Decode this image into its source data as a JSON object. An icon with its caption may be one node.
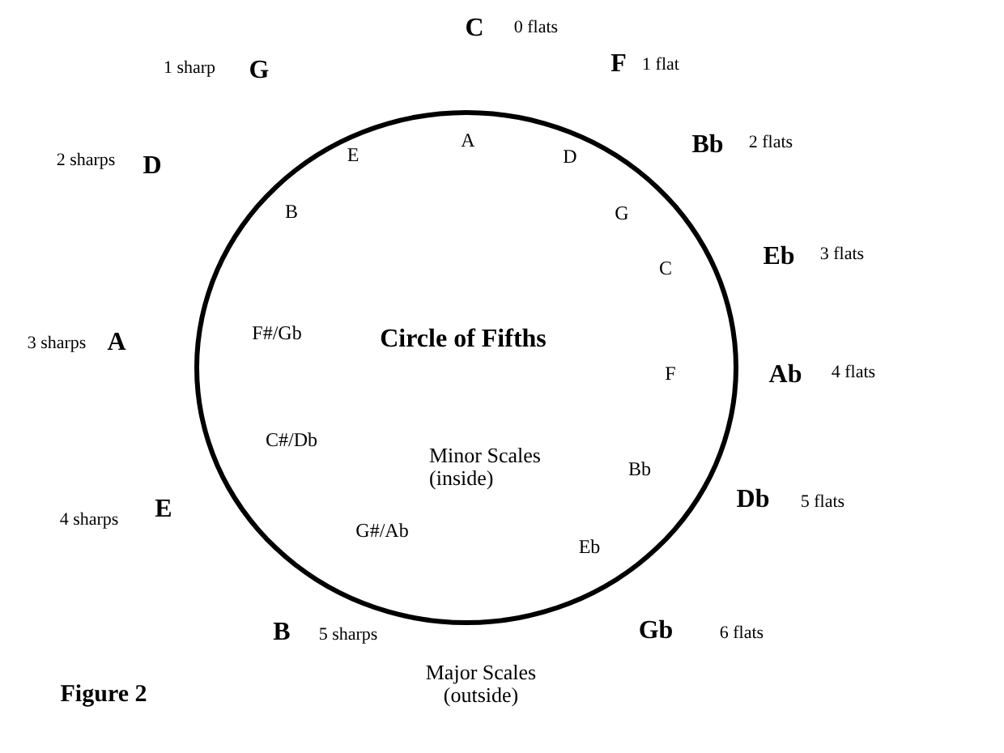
{
  "diagram": {
    "caption": "Figure 2",
    "nodes": [
      {
        "text": [
          "A",
          "D",
          "G",
          "C",
          "F",
          "Bb",
          "Eb",
          "G#/Ab",
          "C#/Db",
          "F#/Gb",
          "B",
          "E",
          "Circle of Fifths",
          "Minor Scales (inside)"
        ]
      }
    ],
    "labels": [
      "C",
      "0 flats",
      "1 sharp",
      "G",
      "F",
      "1 flat",
      "Bb",
      "2 flats",
      "2 sharps",
      "D",
      "Eb",
      "3 flats",
      "3 sharps",
      "A",
      "Ab",
      "4 flats",
      "Db",
      "5 flats",
      "4 sharps",
      "E",
      "B",
      "5 sharps",
      "Gb",
      "6 flats",
      "Major Scales (outside)"
    ]
  }
}
